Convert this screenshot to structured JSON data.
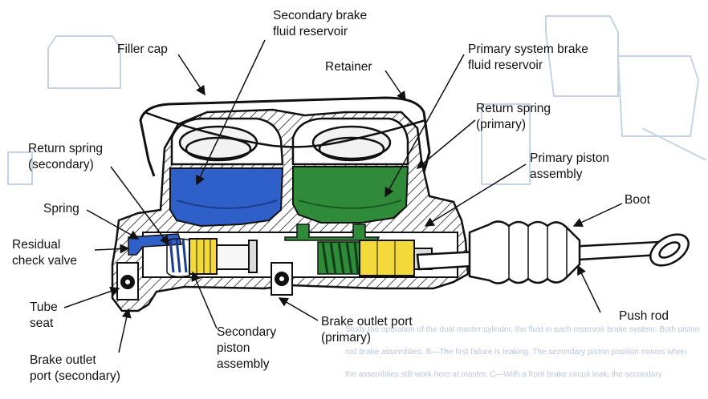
{
  "labels": {
    "secondary_reservoir": [
      "Secondary brake",
      "fluid reservoir"
    ],
    "filler_cap": [
      "Filler cap"
    ],
    "retainer": [
      "Retainer"
    ],
    "primary_reservoir": [
      "Primary system brake",
      "fluid reservoir"
    ],
    "return_spring_primary": [
      "Return spring",
      "(primary)"
    ],
    "return_spring_secondary": [
      "Return spring",
      "(secondary)"
    ],
    "primary_piston": [
      "Primary piston",
      "assembly"
    ],
    "boot": [
      "Boot"
    ],
    "spring": [
      "Spring"
    ],
    "residual_check_valve": [
      "Residual",
      "check valve"
    ],
    "tube_seat": [
      "Tube",
      "seat"
    ],
    "push_rod": [
      "Push rod"
    ],
    "brake_outlet_primary": [
      "Brake outlet port",
      "(primary)"
    ],
    "secondary_piston": [
      "Secondary",
      "piston",
      "assembly"
    ],
    "brake_outlet_secondary": [
      "Brake outlet",
      "port (secondary)"
    ]
  },
  "colors": {
    "secondary_fluid": "#2f5fc8",
    "primary_fluid": "#2f8a3a",
    "piston": "#f3d93a",
    "background_bleed": "#c6d3e6"
  },
  "bleed_through_text": [
    "Study the operation of the dual master cylinder, the fluid in each reservoir brake system. Both piston",
    "rod brake assemblies. B—The first failure is leaking. The secondary piston position moves when",
    "the assemblies still work here at master. C—With a front brake circuit leak, the secondary"
  ]
}
